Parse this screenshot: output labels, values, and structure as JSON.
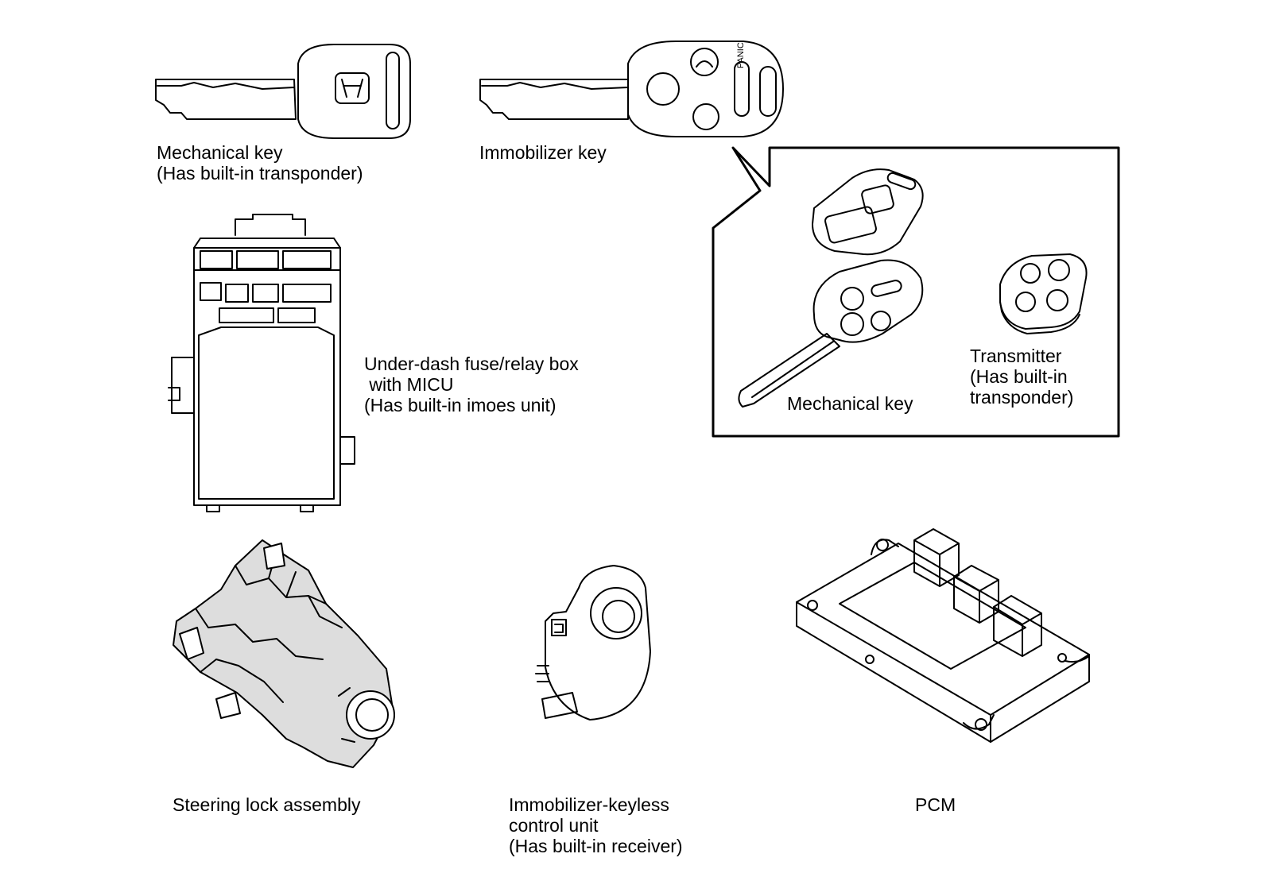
{
  "labels": {
    "mech_key_1": "Mechanical key",
    "mech_key_2": "(Has built-in transponder)",
    "immo_key": "Immobilizer key",
    "panic": "PANIC",
    "fuse_1": "Under-dash fuse/relay box",
    "fuse_2": " with MICU",
    "fuse_3": "(Has built-in imoes unit)",
    "inset_mech_key": "Mechanical key",
    "tx_1": "Transmitter",
    "tx_2": "(Has built-in",
    "tx_3": "transponder)",
    "steering": "Steering lock assembly",
    "immo_unit_1": "Immobilizer-keyless",
    "immo_unit_2": "control unit",
    "immo_unit_3": "(Has built-in receiver)",
    "pcm": "PCM"
  },
  "colors": {
    "ink": "#000000",
    "paper": "#ffffff",
    "shade": "#dddddd"
  }
}
